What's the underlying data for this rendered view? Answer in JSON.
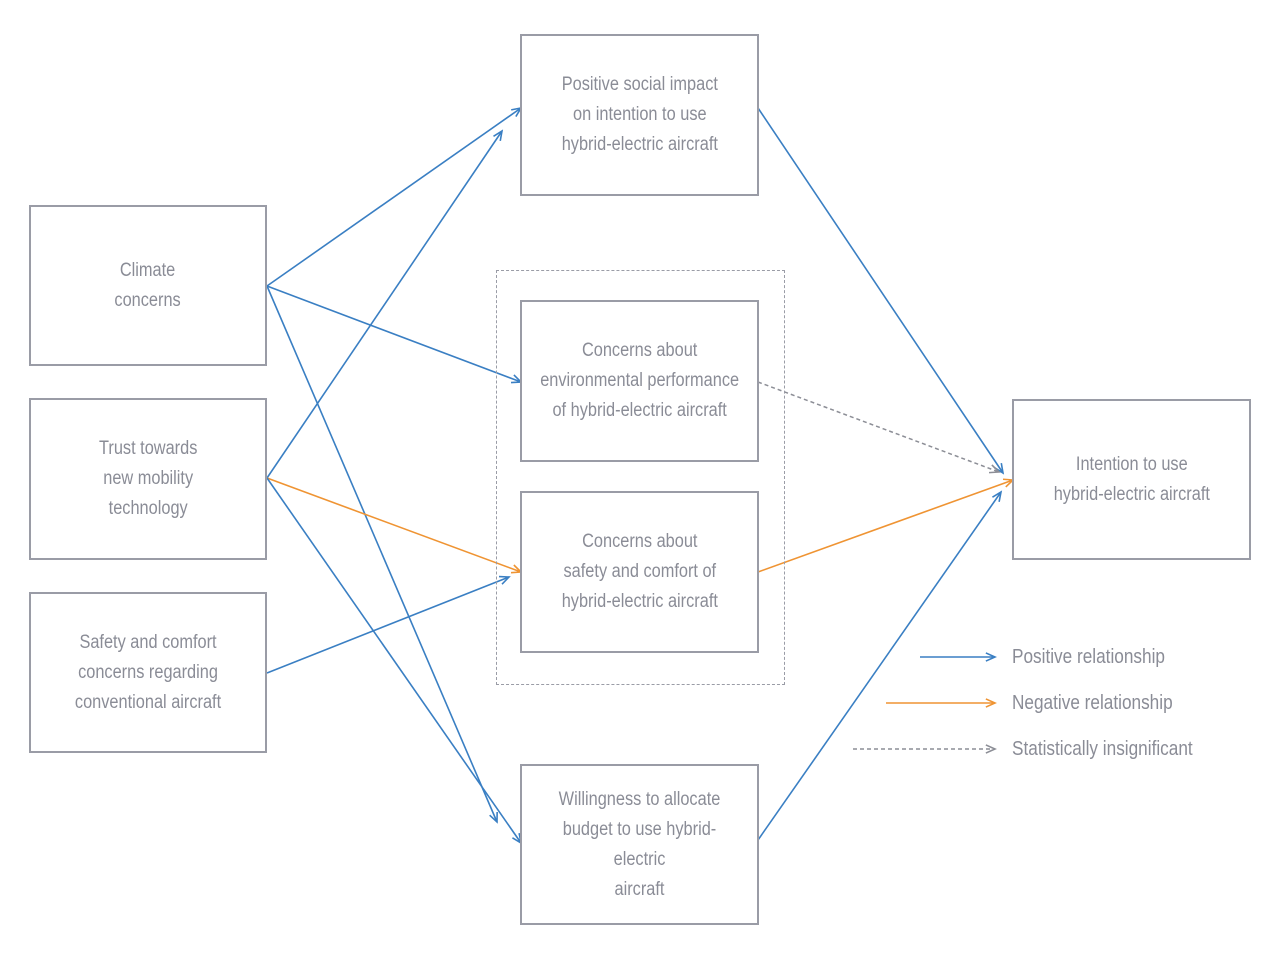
{
  "diagram": {
    "colors": {
      "positive": "#3a7fc3",
      "negative": "#ef9433",
      "insignificant": "#8c8e96",
      "box_border": "#9a9ca6",
      "text": "#8a8c96"
    },
    "nodes": [
      {
        "id": "climate",
        "label": "Climate\nconcerns"
      },
      {
        "id": "trust",
        "label": "Trust towards\nnew mobility\ntechnology"
      },
      {
        "id": "safety_conv",
        "label": "Safety and comfort\nconcerns regarding\nconventional aircraft"
      },
      {
        "id": "social",
        "label": "Positive social impact\non intention to use\nhybrid-electric aircraft"
      },
      {
        "id": "env",
        "label": "Concerns about\nenvironmental performance\nof hybrid-electric aircraft"
      },
      {
        "id": "safety_he",
        "label": "Concerns about\nsafety and comfort of\nhybrid-electric aircraft"
      },
      {
        "id": "budget",
        "label": "Willingness to allocate\nbudget to use hybrid-electric\naircraft"
      },
      {
        "id": "intention",
        "label": "Intention to use\nhybrid-electric aircraft"
      }
    ],
    "edges": [
      {
        "from": "climate",
        "to": "social",
        "type": "positive"
      },
      {
        "from": "climate",
        "to": "env",
        "type": "positive"
      },
      {
        "from": "climate",
        "to": "budget",
        "type": "positive"
      },
      {
        "from": "trust",
        "to": "social",
        "type": "positive"
      },
      {
        "from": "trust",
        "to": "safety_he",
        "type": "negative"
      },
      {
        "from": "trust",
        "to": "budget",
        "type": "positive"
      },
      {
        "from": "safety_conv",
        "to": "safety_he",
        "type": "positive"
      },
      {
        "from": "social",
        "to": "intention",
        "type": "positive"
      },
      {
        "from": "env",
        "to": "intention",
        "type": "insignificant"
      },
      {
        "from": "safety_he",
        "to": "intention",
        "type": "negative"
      },
      {
        "from": "budget",
        "to": "intention",
        "type": "positive"
      }
    ],
    "legend": [
      {
        "type": "positive",
        "label": "Positive relationship"
      },
      {
        "type": "negative",
        "label": "Negative relationship"
      },
      {
        "type": "insignificant",
        "label": "Statistically insignificant"
      }
    ]
  }
}
